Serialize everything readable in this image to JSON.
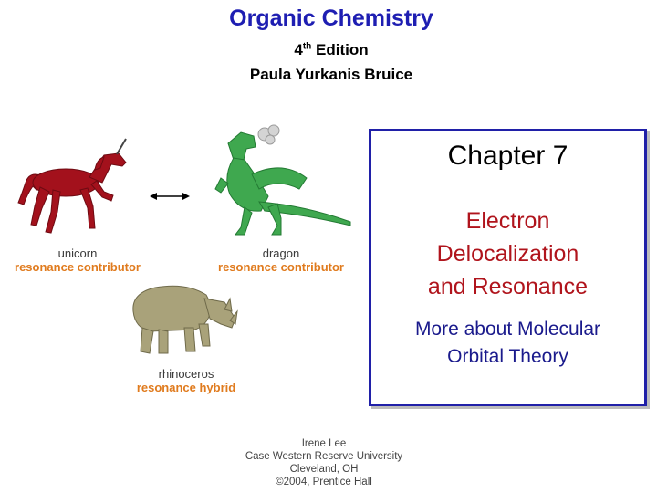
{
  "header": {
    "title": "Organic Chemistry",
    "edition_number": "4",
    "edition_suffix": "th",
    "edition_word": "Edition",
    "author": "Paula Yurkanis Bruice"
  },
  "chapter": {
    "label": "Chapter 7",
    "title_lines": [
      "Electron",
      "Delocalization",
      "and Resonance"
    ],
    "subtitle_lines": [
      "More about Molecular",
      "Orbital Theory"
    ]
  },
  "illustrations": [
    {
      "name": "unicorn",
      "caption": "resonance contributor",
      "color": "#a3111c"
    },
    {
      "name": "dragon",
      "caption": "resonance contributor",
      "color": "#3fa84f"
    },
    {
      "name": "rhinoceros",
      "caption": "resonance hybrid",
      "color": "#a9a27a"
    }
  ],
  "colors": {
    "title": "#1e1eb2",
    "chapter_title": "#b0141c",
    "chapter_subtitle": "#1a1a8c",
    "caption_accent": "#e07b1e"
  },
  "credits": [
    "Irene Lee",
    "Case Western Reserve University",
    "Cleveland, OH",
    "©2004, Prentice Hall"
  ]
}
